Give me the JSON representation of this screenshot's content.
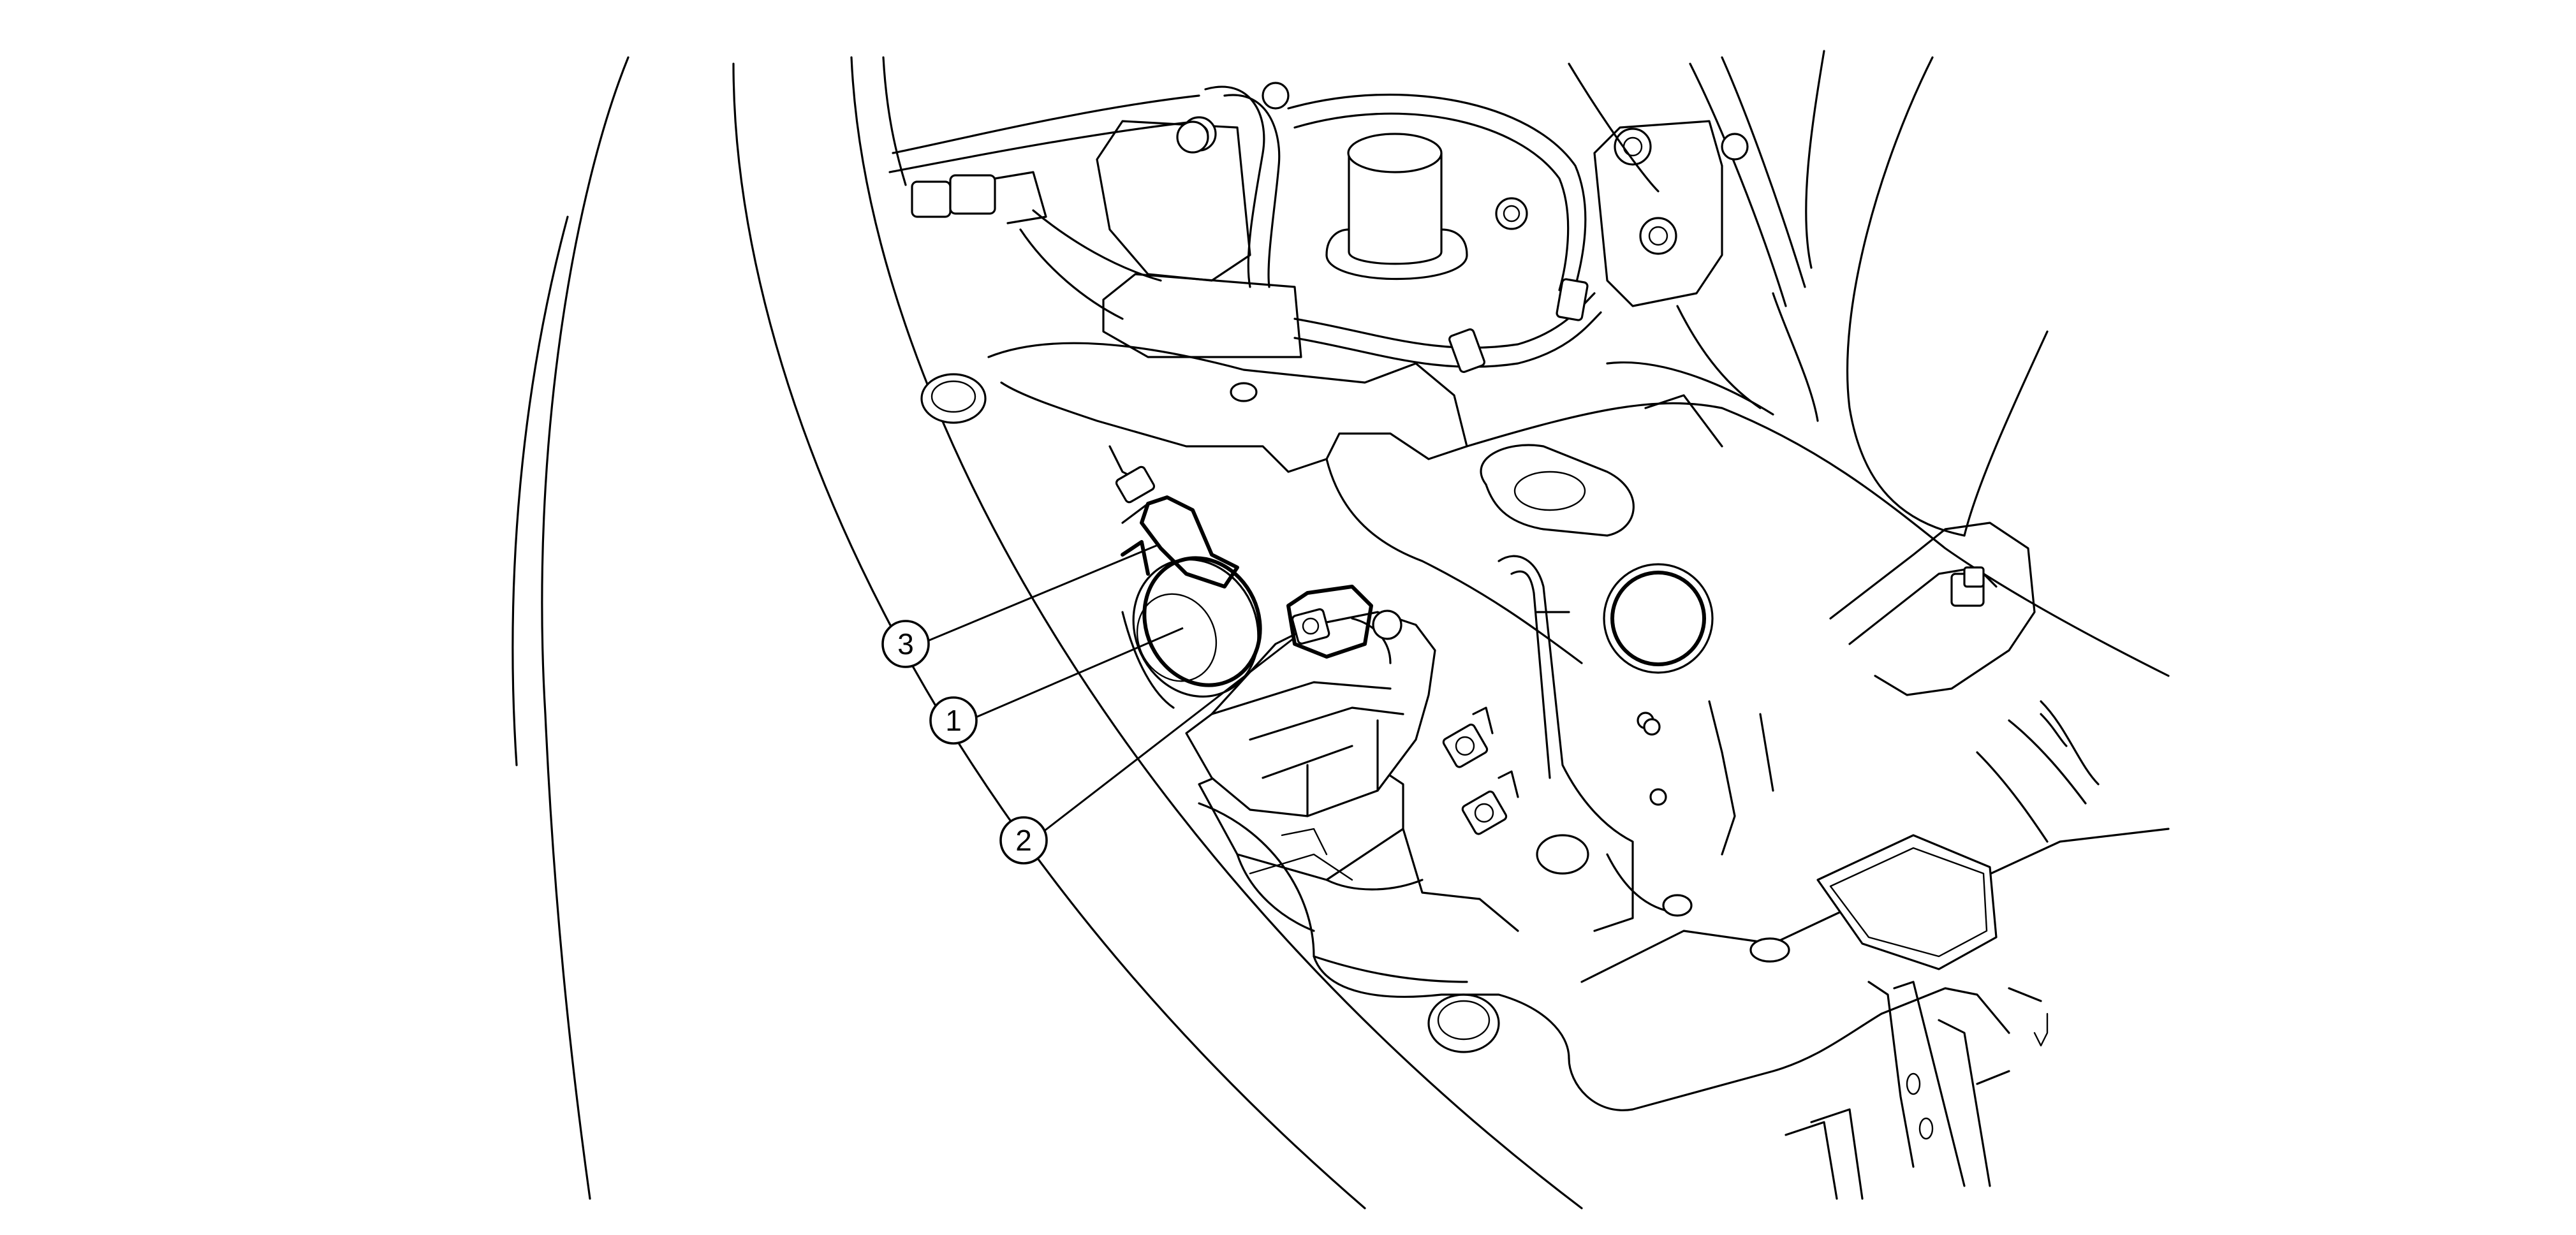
{
  "callouts": [
    {
      "id": "callout-3",
      "label": "3"
    },
    {
      "id": "callout-1",
      "label": "1"
    },
    {
      "id": "callout-2",
      "label": "2"
    }
  ]
}
